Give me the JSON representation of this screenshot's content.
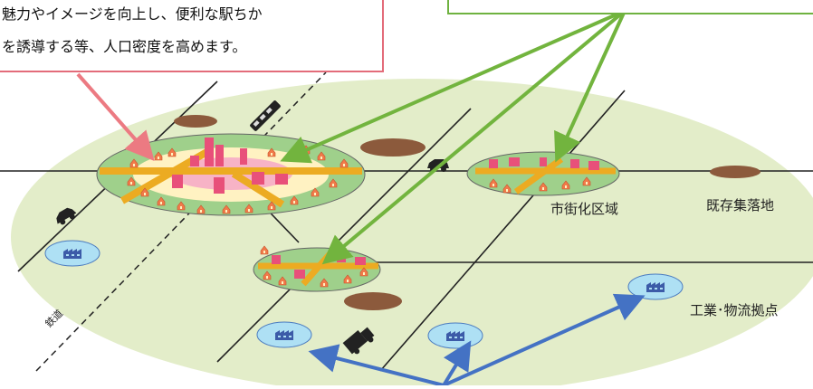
{
  "callout": {
    "line1": "魅力やイメージを向上し、便利な駅ちか",
    "line2": "を誘導する等、人口密度を高めます。"
  },
  "labels": {
    "urbanization_area": "市街化区域",
    "existing_village": "既存集落地",
    "industrial_hub": "工業･物流拠点",
    "railway": "鉄道"
  },
  "colors": {
    "region_fill": "#e3edc9",
    "center_ring": "#9fd08b",
    "core_fill": "#f7b3c6",
    "inner_fill": "#fff2c2",
    "road_main": "#ecab22",
    "road_line": "#222222",
    "village_fill": "#8c5a3c",
    "industry_fill": "#aee0f4",
    "industry_icon": "#3c5ba8",
    "arrow_green": "#72b43e",
    "arrow_pink": "#ec7a82",
    "arrow_blue": "#4472c4",
    "callout_border": "#e36c7a",
    "house": "#f07a4a"
  },
  "icons": [
    "train-icon",
    "car-icon",
    "truck-icon",
    "house-icon",
    "building-icon",
    "factory-icon"
  ]
}
